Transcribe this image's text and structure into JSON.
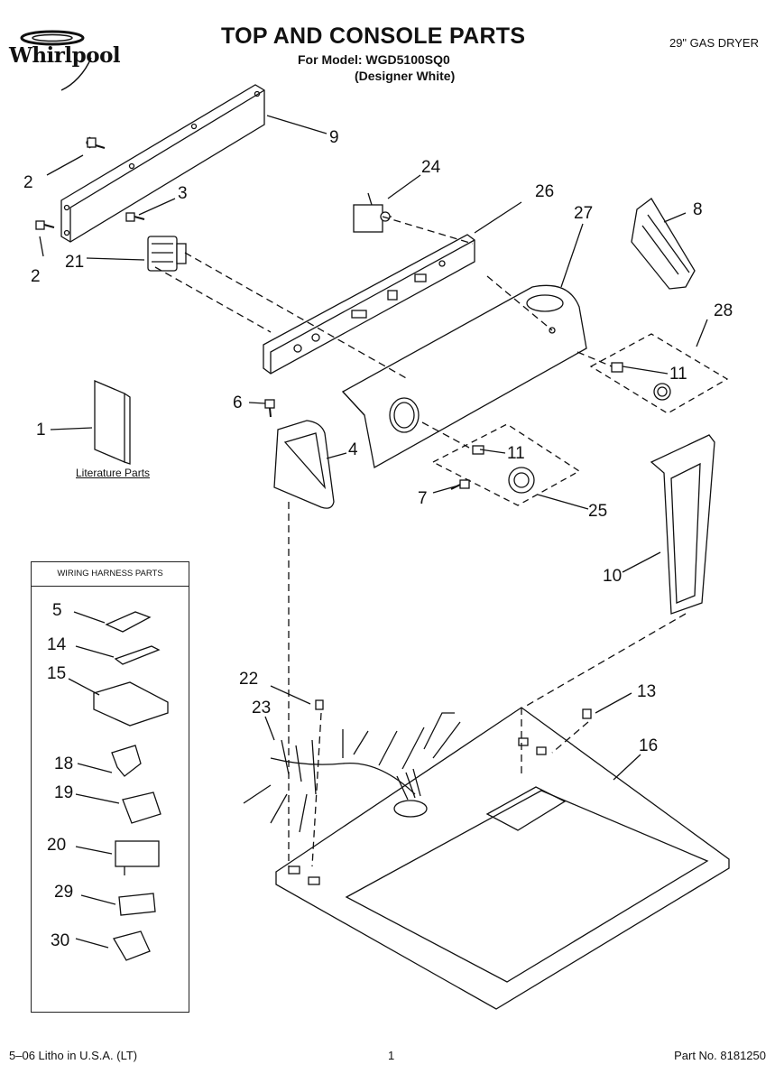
{
  "header": {
    "brand": "Whirlpool",
    "title": "TOP AND CONSOLE PARTS",
    "model_line": "For Model: WGD5100SQ0",
    "color_line": "(Designer White)",
    "product": "29\" GAS DRYER"
  },
  "diagram": {
    "literature_label": "Literature Parts",
    "harness_box_title": "WIRING HARNESS PARTS",
    "callouts": {
      "c1": "1",
      "c2a": "2",
      "c2b": "2",
      "c3": "3",
      "c4": "4",
      "c5": "5",
      "c6": "6",
      "c7": "7",
      "c8": "8",
      "c9": "9",
      "c10": "10",
      "c11a": "11",
      "c11b": "11",
      "c13": "13",
      "c14": "14",
      "c15": "15",
      "c16": "16",
      "c18": "18",
      "c19": "19",
      "c20": "20",
      "c21": "21",
      "c22": "22",
      "c23": "23",
      "c24": "24",
      "c25": "25",
      "c26": "26",
      "c27": "27",
      "c28": "28",
      "c29": "29",
      "c30": "30"
    }
  },
  "footer": {
    "litho": "5–06 Litho in U.S.A. (LT)",
    "page_number": "1",
    "part_number": "Part No. 8181250"
  }
}
